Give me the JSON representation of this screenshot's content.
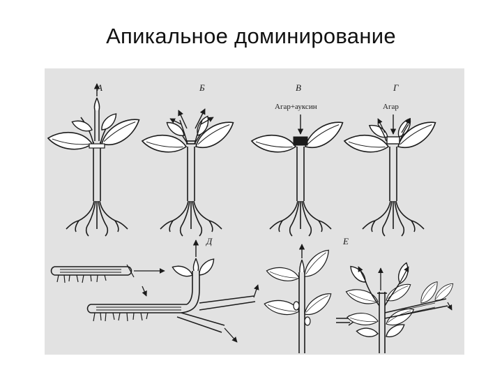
{
  "slide": {
    "title": "Апикальное доминирование"
  },
  "figure": {
    "panel_labels": [
      "А",
      "Б",
      "В",
      "Г",
      "Д",
      "Е"
    ],
    "captions": {
      "agar_auxin": "Агар+ауксин",
      "agar": "Агар"
    },
    "colors": {
      "background": "#e2e2e2",
      "ink": "#1b1b1b"
    }
  }
}
